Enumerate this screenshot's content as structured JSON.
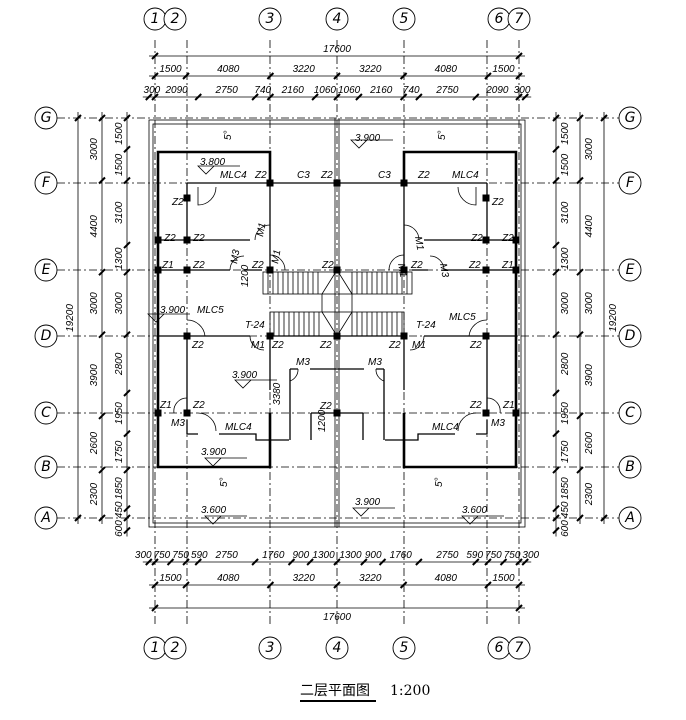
{
  "drawing": {
    "title": "二层平面图",
    "scale": "1:200"
  },
  "axes": {
    "x_labels": [
      "1",
      "2",
      "3",
      "4",
      "5",
      "6",
      "7"
    ],
    "y_labels": [
      "G",
      "F",
      "E",
      "D",
      "C",
      "B",
      "A"
    ]
  },
  "dimensions": {
    "top_total": [
      "17600"
    ],
    "top_axis": [
      "1500",
      "4080",
      "3220",
      "3220",
      "4080",
      "1500"
    ],
    "top_detail": [
      "300",
      "2090",
      "2750",
      "740",
      "2160",
      "1060",
      "1060",
      "2160",
      "740",
      "2750",
      "2090",
      "300"
    ],
    "bottom_detail": [
      "300",
      "750",
      "750",
      "590",
      "2750",
      "1760",
      "900",
      "1300",
      "1300",
      "900",
      "1760",
      "2750",
      "590",
      "750",
      "750",
      "300"
    ],
    "bottom_axis": [
      "1500",
      "4080",
      "3220",
      "3220",
      "4080",
      "1500"
    ],
    "bottom_total": [
      "17600"
    ],
    "left_total": [
      "19200"
    ],
    "left_axis": [
      "3000",
      "4400",
      "3000",
      "3900",
      "2600",
      "2300"
    ],
    "left_detail": [
      "1500",
      "1500",
      "3100",
      "1300",
      "3000",
      "2800",
      "1950",
      "1750",
      "1850",
      "450",
      "600"
    ],
    "right_total": [
      "19200"
    ],
    "right_axis": [
      "3000",
      "4400",
      "3000",
      "3900",
      "2600",
      "2300"
    ],
    "right_detail": [
      "1500",
      "1500",
      "3100",
      "1300",
      "3000",
      "2800",
      "1950",
      "1750",
      "1850",
      "450",
      "600"
    ]
  },
  "plan_labels": [
    "5°",
    "5°",
    "3.900",
    "3.800",
    "MLC4",
    "Z2",
    "C3",
    "Z2",
    "C3",
    "Z2",
    "MLC4",
    "Z2",
    "Z2",
    "Z2",
    "Z2",
    "M1",
    "M1",
    "Z2",
    "Z2",
    "Z1",
    "Z2",
    "M3",
    "Z2",
    "M1",
    "Z2",
    "M1",
    "Z2",
    "M3",
    "Z2",
    "Z1",
    "1200",
    "3.900",
    "MLC5",
    "T-24",
    "T-24",
    "MLC5",
    "Z2",
    "M1",
    "Z2",
    "Z2",
    "Z2",
    "M1",
    "Z2",
    "M3",
    "M3",
    "3.900",
    "3380",
    "Z1",
    "Z2",
    "Z2",
    "Z2",
    "Z1",
    "M3",
    "M3",
    "MLC4",
    "MLC4",
    "1200",
    "3.900",
    "5°",
    "5°",
    "3.600",
    "3.900",
    "3.600"
  ]
}
